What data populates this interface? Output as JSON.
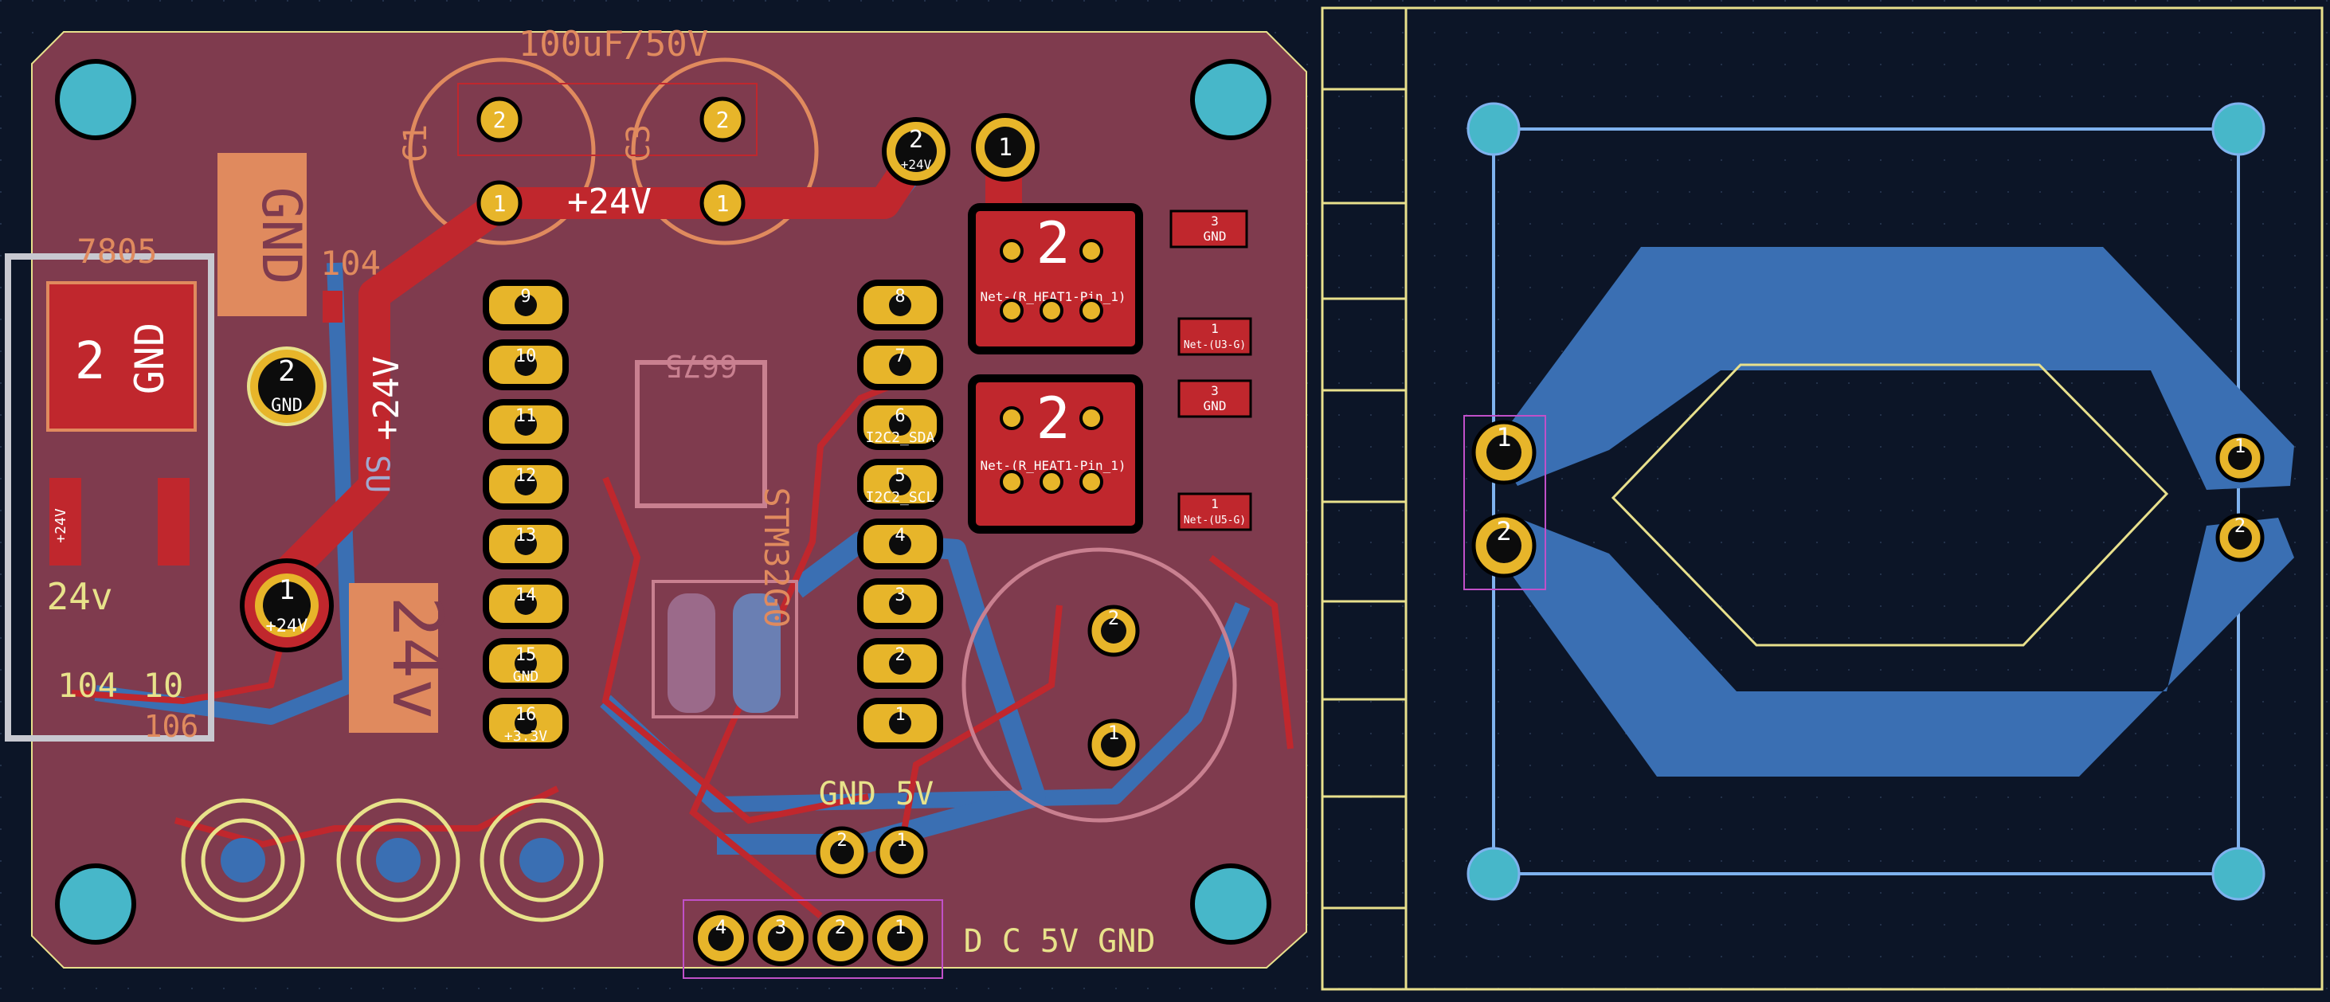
{
  "colors": {
    "background": "#0c1527",
    "board_fill": "#7f3b4e",
    "copper_red": "#c0272d",
    "copper_blue": "#3a6fb3",
    "silk_orange": "#e08a5e",
    "silk_yellow": "#e8e28a",
    "pad_gold": "#e7b52a",
    "mount_hole": "#47b7c9",
    "outline_yellow": "#e8e08c",
    "outline_blue": "#7fb2ee"
  },
  "labels": {
    "cap_value": "100uF/50V",
    "cap_c1": "C1",
    "cap_c3": "C3",
    "v24_trace": "+24V",
    "v24_vertical": "+24V",
    "gnd_box": "GND",
    "reg_label": "7805",
    "cap_104_top": "104",
    "reg_pad_num": "2",
    "reg_pad_name": "GND",
    "su": "SU",
    "v24_bottom_left": "24v",
    "v24_big": "24v",
    "label_104": "104",
    "label_10": "10",
    "label_106": "106",
    "mcu_ref": "STM32G0",
    "chip_6675": "6675",
    "net_heat": "Net-(R_HEAT1-Pin_1)",
    "gnd_5v": "GND 5V",
    "dc_5v_gnd": "D C 5V GND",
    "gnd_small": "GND",
    "net_u3": "Net-(U3-G)",
    "net_u5": "Net-(U5-G)",
    "i2c_sda": "I2C2_SDA",
    "i2c_scl": "I2C2_SCL"
  },
  "pads": {
    "cap_top": [
      "2",
      "2"
    ],
    "cap_bottom": [
      "1",
      "1"
    ],
    "big_24v_bottom": "1",
    "big_24v_bottom_name": "+24V",
    "big_gnd": "2",
    "big_gnd_name": "GND",
    "top_connector": [
      "2",
      "1"
    ],
    "top_connector_name": "+24V",
    "heater_pads": [
      "2",
      "2"
    ],
    "bottom_conn": [
      "4",
      "3",
      "2",
      "1"
    ],
    "gnd5v_pads": [
      "2",
      "1"
    ],
    "right_board_pads": [
      "1",
      "2"
    ],
    "right_board_edge_pads": [
      "1",
      "2"
    ],
    "small_side": [
      "3",
      "1",
      "3",
      "1"
    ]
  },
  "mcu": {
    "left_pins": [
      "9",
      "10",
      "11",
      "12",
      "13",
      "14",
      "15",
      "16"
    ],
    "left_extra": {
      "15": "GND",
      "16": "+3.3V"
    },
    "right_pins": [
      "8",
      "7",
      "6",
      "5",
      "4",
      "3",
      "2",
      "1"
    ],
    "right_extra": {
      "6": "I2C2_SDA",
      "5": "I2C2_SCL"
    }
  }
}
